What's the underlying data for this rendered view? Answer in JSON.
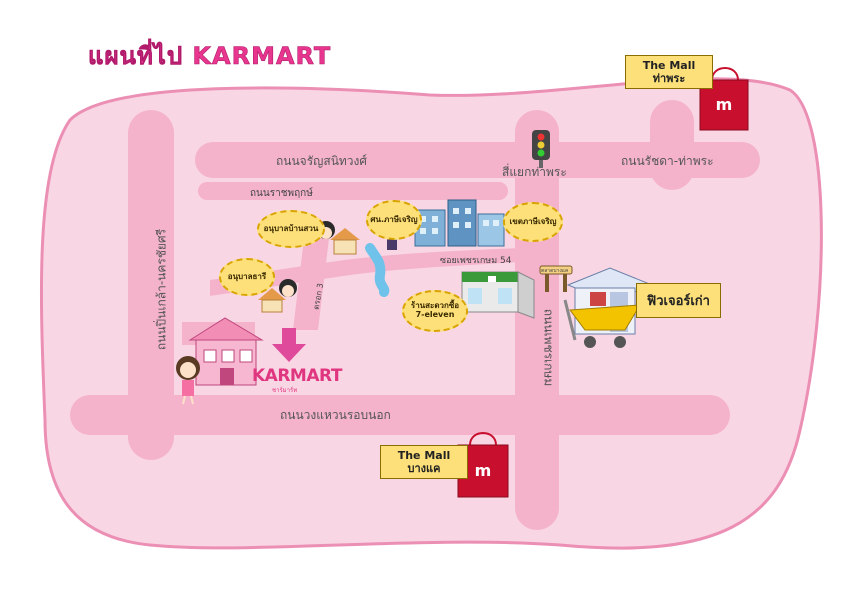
{
  "title": "แผนที่ไป KARMART",
  "roads": {
    "charan": "ถนนจรัญสนิทวงศ์",
    "ratchada": "ถนนรัชดา-ท่าพระ",
    "ratchaphruek": "ถนนราชพฤกษ์",
    "pinklao": "ถนนปิ่นเกล้า-นครชัยศรี",
    "kanchana": "ถนนวงแหวนรอบนอก",
    "phetkasem": "ถนนเพชรเกษม",
    "soi54": "ซอยเพชรเกษม 54",
    "tha_phra_junction": "สี่แยกท่าพระ",
    "trok3": "ตรอก 3"
  },
  "places": {
    "the_mall_thapra": {
      "line1": "The Mall",
      "line2": "ท่าพระ"
    },
    "the_mall_bangkhae": {
      "line1": "The Mall",
      "line2": "บางแค"
    },
    "future_park": "ฟิวเจอร์เก่า",
    "school_ban_suan": "อนุบาลบ้านสวน",
    "school_tharee": "อนุบาลธารี",
    "phs_school": "ศน.ภาษีเจริญ",
    "phasi_district": "เขตภาษีเจริญ",
    "seven_eleven": {
      "line1": "ร้านสะดวกซื้อ",
      "line2": "7-eleven"
    },
    "market_sign": "ตลาดบางแค",
    "karmart": "KARMART",
    "karmart_tag": "ชาร์มาร์ท"
  },
  "colors": {
    "background_blob": "#f9d6e4",
    "blob_border": "#ec8fb4",
    "road": "#f4b3cb",
    "title": "#e8368f",
    "badge": "#fde07a",
    "bag_red": "#c8102e"
  }
}
